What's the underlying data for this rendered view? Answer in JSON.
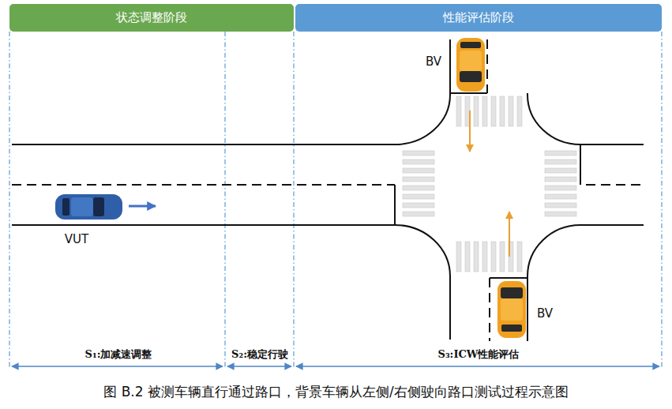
{
  "diagram": {
    "caption": "图 B.2  被测车辆直行通过路口，背景车辆从左侧/右侧驶向路口测试过程示意图",
    "nodes": [
      {
        "text": [
          "状态调整阶段"
        ]
      },
      {
        "text": [
          "性能评估阶段"
        ]
      }
    ],
    "labels": [
      "VUT",
      "BV",
      "BV",
      "S₁:加减速调整",
      "S₂:稳定行驶",
      "S₃:ICW性能评估"
    ]
  }
}
